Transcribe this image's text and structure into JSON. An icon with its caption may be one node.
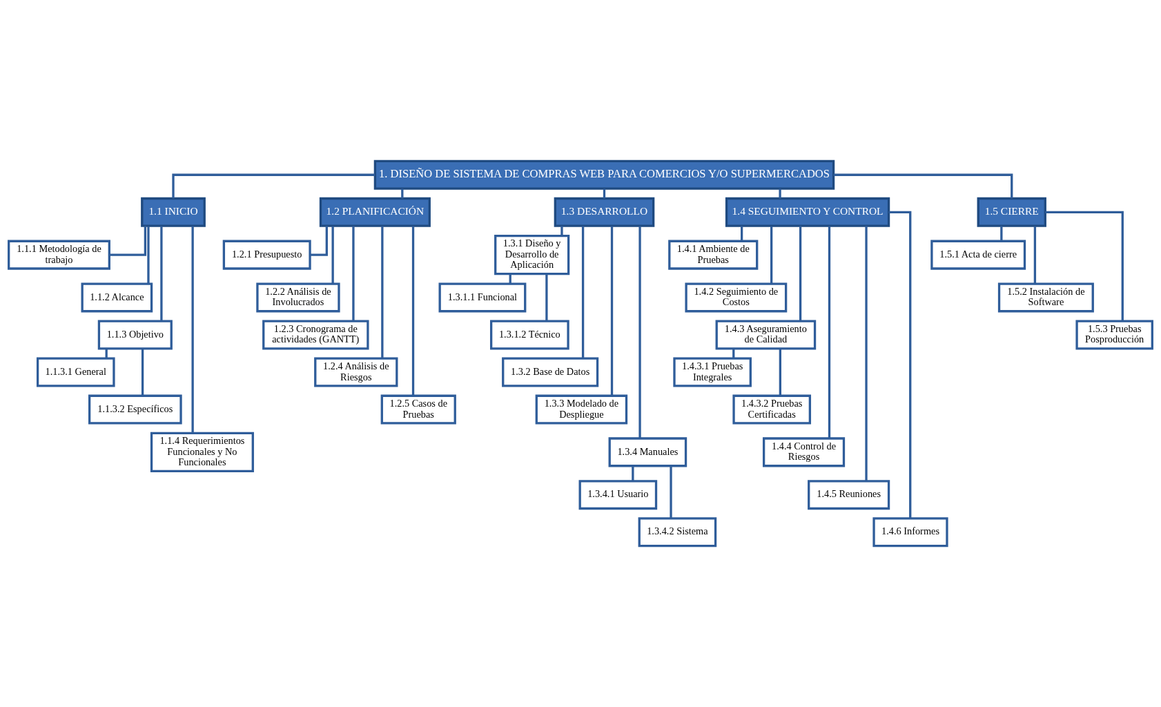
{
  "diagram": {
    "nodes": [
      {
        "text": [
          "1. DISEÑO DE SISTEMA DE COMPRAS WEB PARA COMERCIOS Y/O SUPERMERCADOS"
        ]
      },
      {
        "text": [
          "1.1 INICIO"
        ]
      },
      {
        "text": [
          "1.1.1 Metodología de trabajo"
        ]
      },
      {
        "text": [
          "1.1.2 Alcance"
        ]
      },
      {
        "text": [
          "1.1.3 Objetivo"
        ]
      },
      {
        "text": [
          "1.1.3.1 General"
        ]
      },
      {
        "text": [
          "1.1.3.2 Específicos"
        ]
      },
      {
        "text": [
          "1.1.4 Requerimientos Funcionales y No Funcionales"
        ]
      },
      {
        "text": [
          "1.2 PLANIFICACIÓN"
        ]
      },
      {
        "text": [
          "1.2.1 Presupuesto"
        ]
      },
      {
        "text": [
          "1.2.2 Análisis de Involucrados"
        ]
      },
      {
        "text": [
          "1.2.3 Cronograma de actividades (GANTT)"
        ]
      },
      {
        "text": [
          "1.2.4 Análisis de Riesgos"
        ]
      },
      {
        "text": [
          "1.2.5 Casos de Pruebas"
        ]
      },
      {
        "text": [
          "1.3 DESARROLLO"
        ]
      },
      {
        "text": [
          "1.3.1 Diseño y Desarrollo de Aplicación"
        ]
      },
      {
        "text": [
          "1.3.1.1 Funcional"
        ]
      },
      {
        "text": [
          "1.3.1.2 Técnico"
        ]
      },
      {
        "text": [
          "1.3.2 Base de Datos"
        ]
      },
      {
        "text": [
          "1.3.3 Modelado de Despliegue"
        ]
      },
      {
        "text": [
          "1.3.4 Manuales"
        ]
      },
      {
        "text": [
          "1.3.4.1 Usuario"
        ]
      },
      {
        "text": [
          "1.3.4.2 Sistema"
        ]
      },
      {
        "text": [
          "1.4 SEGUIMIENTO Y CONTROL"
        ]
      },
      {
        "text": [
          "1.4.1 Ambiente de Pruebas"
        ]
      },
      {
        "text": [
          "1.4.2 Seguimiento de Costos"
        ]
      },
      {
        "text": [
          "1.4.3 Aseguramiento de Calidad"
        ]
      },
      {
        "text": [
          "1.4.3.1 Pruebas Integrales"
        ]
      },
      {
        "text": [
          "1.4.3.2 Pruebas Certificadas"
        ]
      },
      {
        "text": [
          "1.4.4 Control de Riesgos"
        ]
      },
      {
        "text": [
          "1.4.5 Reuniones"
        ]
      },
      {
        "text": [
          "1.4.6 Informes"
        ]
      },
      {
        "text": [
          "1.5 CIERRE"
        ]
      },
      {
        "text": [
          "1.5.1 Acta de cierre"
        ]
      },
      {
        "text": [
          "1.5.2 Instalación de Software"
        ]
      },
      {
        "text": [
          "1.5.3 Pruebas Posproducción"
        ]
      }
    ],
    "edges": [
      {
        "from": 0,
        "to": 1,
        "arrow": "none"
      },
      {
        "from": 0,
        "to": 8,
        "arrow": "none"
      },
      {
        "from": 0,
        "to": 14,
        "arrow": "none"
      },
      {
        "from": 0,
        "to": 23,
        "arrow": "none"
      },
      {
        "from": 0,
        "to": 32,
        "arrow": "none"
      },
      {
        "from": 1,
        "to": 2,
        "arrow": "none"
      },
      {
        "from": 1,
        "to": 3,
        "arrow": "none"
      },
      {
        "from": 1,
        "to": 4,
        "arrow": "none"
      },
      {
        "from": 4,
        "to": 5,
        "arrow": "none"
      },
      {
        "from": 4,
        "to": 6,
        "arrow": "none"
      },
      {
        "from": 1,
        "to": 7,
        "arrow": "none"
      },
      {
        "from": 8,
        "to": 9,
        "arrow": "none"
      },
      {
        "from": 8,
        "to": 10,
        "arrow": "none"
      },
      {
        "from": 8,
        "to": 11,
        "arrow": "none"
      },
      {
        "from": 8,
        "to": 12,
        "arrow": "none"
      },
      {
        "from": 8,
        "to": 13,
        "arrow": "none"
      },
      {
        "from": 14,
        "to": 15,
        "arrow": "none"
      },
      {
        "from": 15,
        "to": 16,
        "arrow": "none"
      },
      {
        "from": 15,
        "to": 17,
        "arrow": "none"
      },
      {
        "from": 14,
        "to": 18,
        "arrow": "none"
      },
      {
        "from": 14,
        "to": 19,
        "arrow": "none"
      },
      {
        "from": 14,
        "to": 20,
        "arrow": "none"
      },
      {
        "from": 20,
        "to": 21,
        "arrow": "none"
      },
      {
        "from": 20,
        "to": 22,
        "arrow": "none"
      },
      {
        "from": 23,
        "to": 24,
        "arrow": "none"
      },
      {
        "from": 23,
        "to": 25,
        "arrow": "none"
      },
      {
        "from": 23,
        "to": 26,
        "arrow": "none"
      },
      {
        "from": 26,
        "to": 27,
        "arrow": "none"
      },
      {
        "from": 26,
        "to": 28,
        "arrow": "none"
      },
      {
        "from": 23,
        "to": 29,
        "arrow": "none"
      },
      {
        "from": 23,
        "to": 30,
        "arrow": "none"
      },
      {
        "from": 23,
        "to": 31,
        "arrow": "none"
      },
      {
        "from": 32,
        "to": 33,
        "arrow": "none"
      },
      {
        "from": 32,
        "to": 34,
        "arrow": "none"
      },
      {
        "from": 32,
        "to": 35,
        "arrow": "none"
      }
    ]
  }
}
